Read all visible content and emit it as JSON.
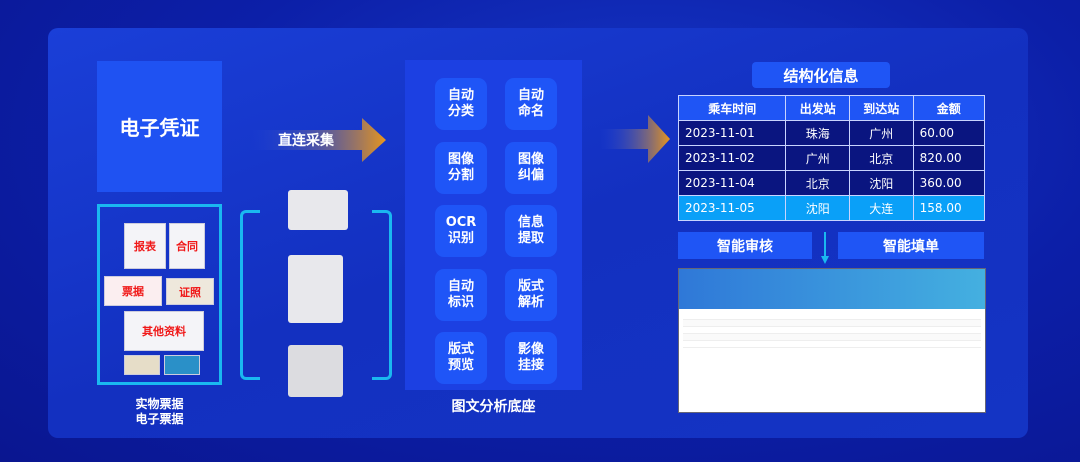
{
  "source": {
    "title": "电子凭证",
    "doc_labels": [
      "报表",
      "合同",
      "票据",
      "证照",
      "其他资料"
    ],
    "caption_lines": [
      "实物票据",
      "电子票据"
    ]
  },
  "capture": {
    "label": "直连采集",
    "arrow_color": "#e8961c"
  },
  "platform": {
    "features": [
      "自动\n分类",
      "自动\n命名",
      "图像\n分割",
      "图像\n纠偏",
      "OCR\n识别",
      "信息\n提取",
      "自动\n标识",
      "版式\n解析",
      "版式\n预览",
      "影像\n挂接"
    ],
    "caption": "图文分析底座"
  },
  "output": {
    "title": "结构化信息",
    "columns": [
      "乘车时间",
      "出发站",
      "到达站",
      "金额"
    ],
    "rows": [
      [
        "2023-11-01",
        "珠海",
        "广州",
        "60.00"
      ],
      [
        "2023-11-02",
        "广州",
        "北京",
        "820.00"
      ],
      [
        "2023-11-04",
        "北京",
        "沈阳",
        "360.00"
      ],
      [
        "2023-11-05",
        "沈阳",
        "大连",
        "158.00"
      ]
    ],
    "highlighted_row": 3,
    "actions": [
      "智能审核",
      "智能填单"
    ]
  },
  "colors": {
    "accent": "#1f55f5",
    "cyan": "#1ab8f0",
    "highlight": "#0aa0f8"
  }
}
